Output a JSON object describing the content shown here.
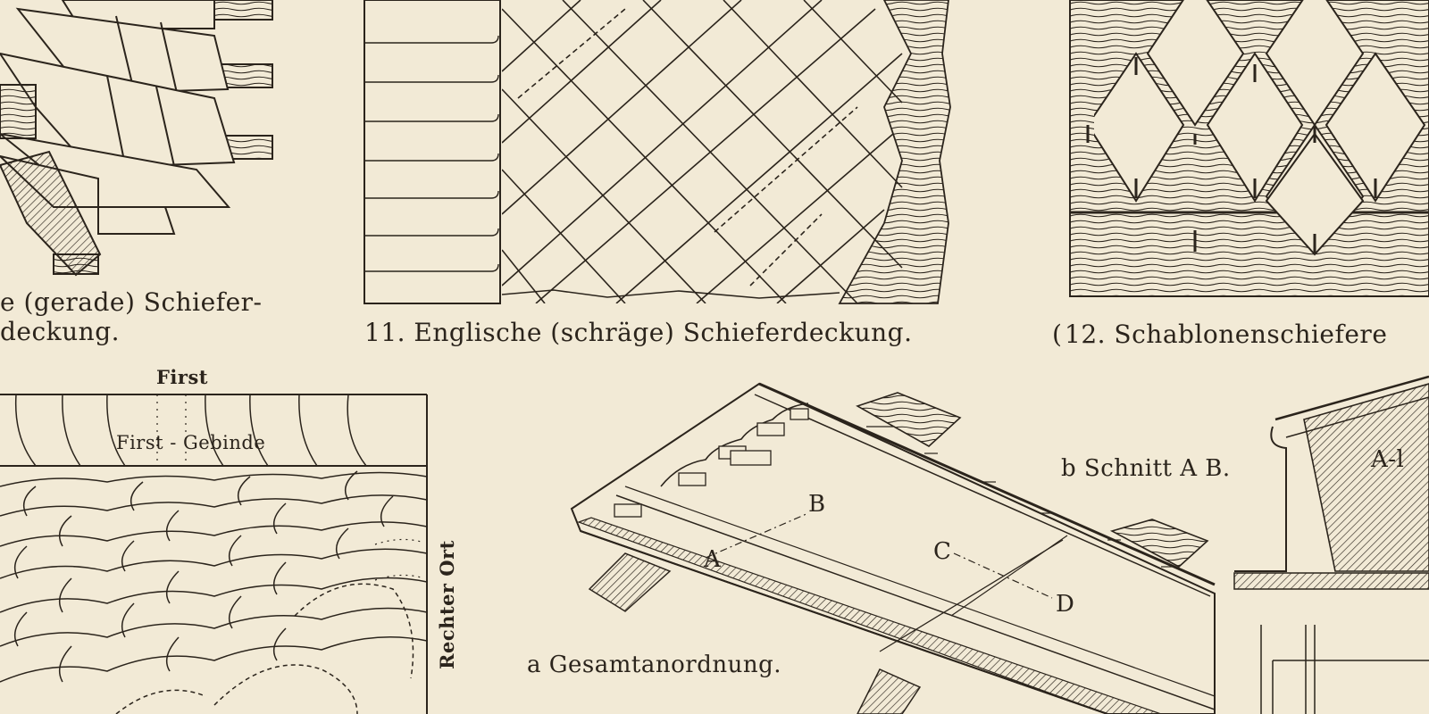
{
  "captions": {
    "fig10_line1": "e (gerade) Schiefer-",
    "fig10_line2": "deckung.",
    "fig11": "11. Englische (schräge) Schieferdeckung.",
    "fig12": "12. Schablonenschiefere",
    "fig12_mark": "(",
    "fig13_first": "First",
    "fig13_gebinde": "First - Gebinde",
    "fig13_ort": "Rechter Ort",
    "fig14_a": "a Gesamtanordnung.",
    "fig14_b": "b Schnitt A B.",
    "fig14_cut": "A-l",
    "label_A": "A",
    "label_B": "B",
    "label_C": "C",
    "label_D": "D"
  },
  "colors": {
    "paper": "#f2ead6",
    "ink": "#2b241c"
  }
}
